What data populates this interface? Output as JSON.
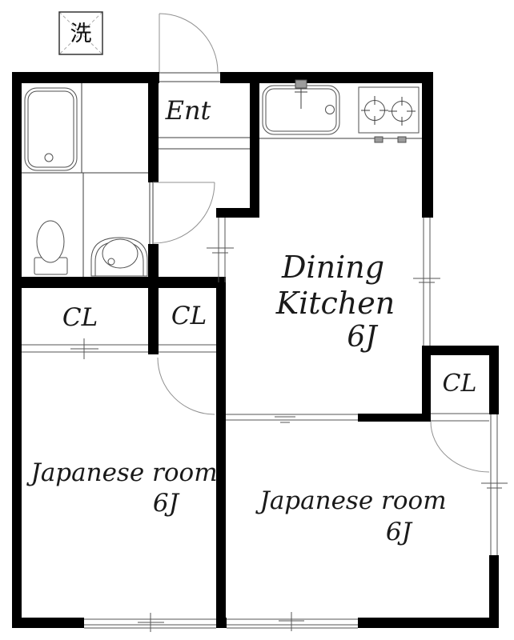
{
  "plan": {
    "type": "apartment-floor-plan",
    "labels": {
      "laundry": "洗",
      "entrance": "Ent",
      "dining_kitchen": {
        "line1": "Dining",
        "line2": "Kitchen",
        "size": "6J"
      },
      "closet_left": "CL",
      "closet_middle": "CL",
      "closet_right": "CL",
      "room_left": {
        "name": "Japanese room",
        "size": "6J"
      },
      "room_right": {
        "name": "Japanese room",
        "size": "6J"
      }
    },
    "colors": {
      "wall": "#000000",
      "thin_line": "#3c3c3c",
      "window_line": "#555555",
      "door_arc": "#909090",
      "fixture_line": "#4f4f4f",
      "fixture_gray": "#9c9c9c",
      "background": "#ffffff"
    }
  }
}
